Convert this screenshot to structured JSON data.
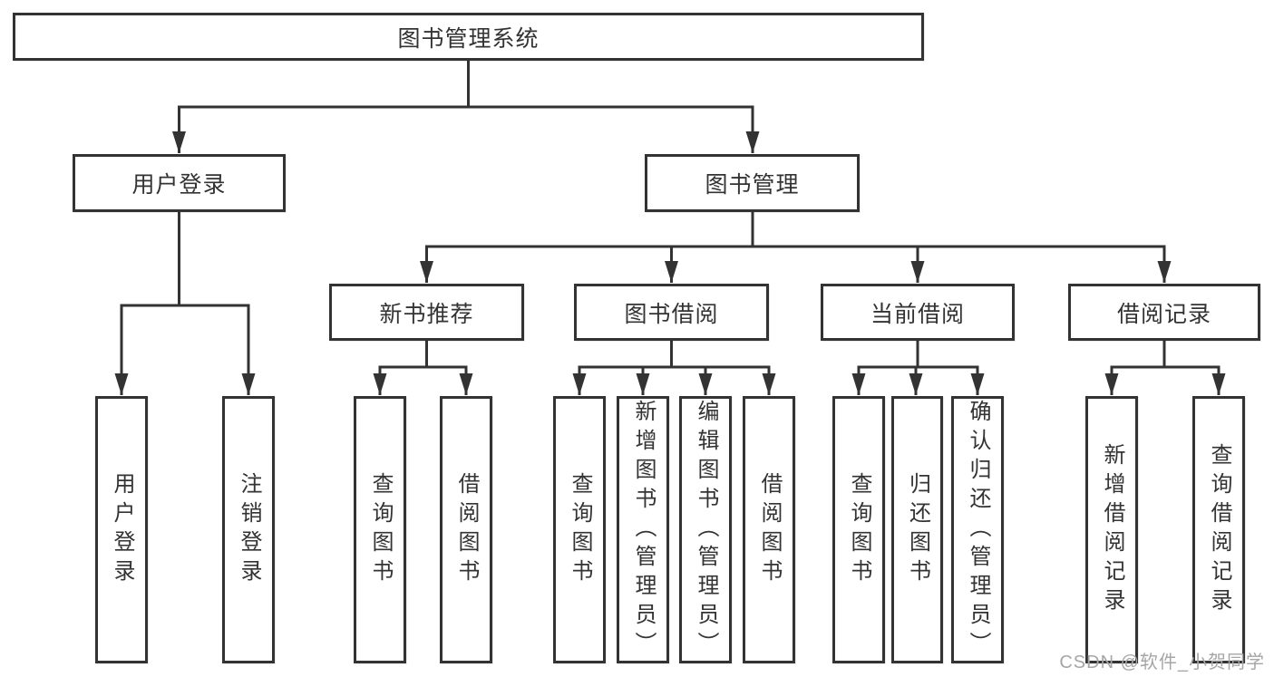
{
  "colors": {
    "line": "#333333",
    "text": "#333333",
    "watermark": "#a6a6a6",
    "background": "#ffffff"
  },
  "watermark": {
    "text": "CSDN @软件_小贺同学"
  },
  "tree": {
    "root": {
      "label": "图书管理系统"
    },
    "branches": [
      {
        "label": "用户登录",
        "children": [
          "用户登录",
          "注销登录"
        ]
      },
      {
        "label": "图书管理",
        "sections": [
          {
            "label": "新书推荐",
            "children": [
              "查询图书",
              "借阅图书"
            ]
          },
          {
            "label": "图书借阅",
            "children": [
              "查询图书",
              "新增图书（管理员）",
              "编辑图书（管理员）",
              "借阅图书"
            ]
          },
          {
            "label": "当前借阅",
            "children": [
              "查询图书",
              "归还图书",
              "确认归还（管理员）"
            ]
          },
          {
            "label": "借阅记录",
            "children": [
              "新增借阅记录",
              "查询借阅记录"
            ]
          }
        ]
      }
    ]
  }
}
